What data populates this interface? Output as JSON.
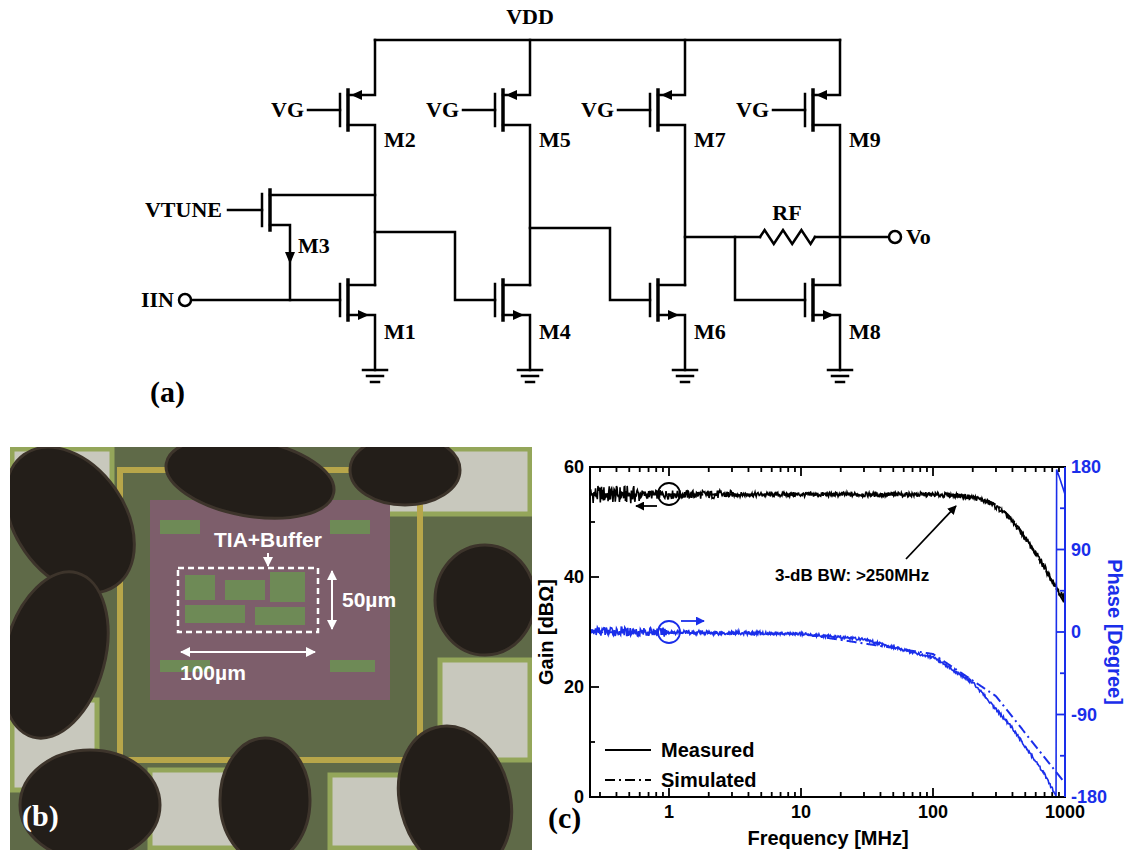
{
  "diagram": {
    "labels": [
      "VDD",
      "VG",
      "M2",
      "VG",
      "M5",
      "VG",
      "M7",
      "VG",
      "M9",
      "VTUNE",
      "M3",
      "RF",
      "Vo",
      "IIN",
      "M1",
      "M4",
      "M6",
      "M8",
      "(a)",
      "TIA+Buffer",
      "50µm",
      "100µm",
      "(b)",
      "60",
      "40",
      "20",
      "0",
      "180",
      "90",
      "0",
      "-90",
      "-180",
      "1",
      "10",
      "100",
      "1000",
      "Gain [dBΩ]",
      "Phase [Degree]",
      "Frequency [MHz]",
      "3-dB BW: >250MHz",
      "(c)"
    ],
    "legend": [
      {
        "text": "Measured"
      },
      {
        "text": "Simulated"
      }
    ]
  }
}
